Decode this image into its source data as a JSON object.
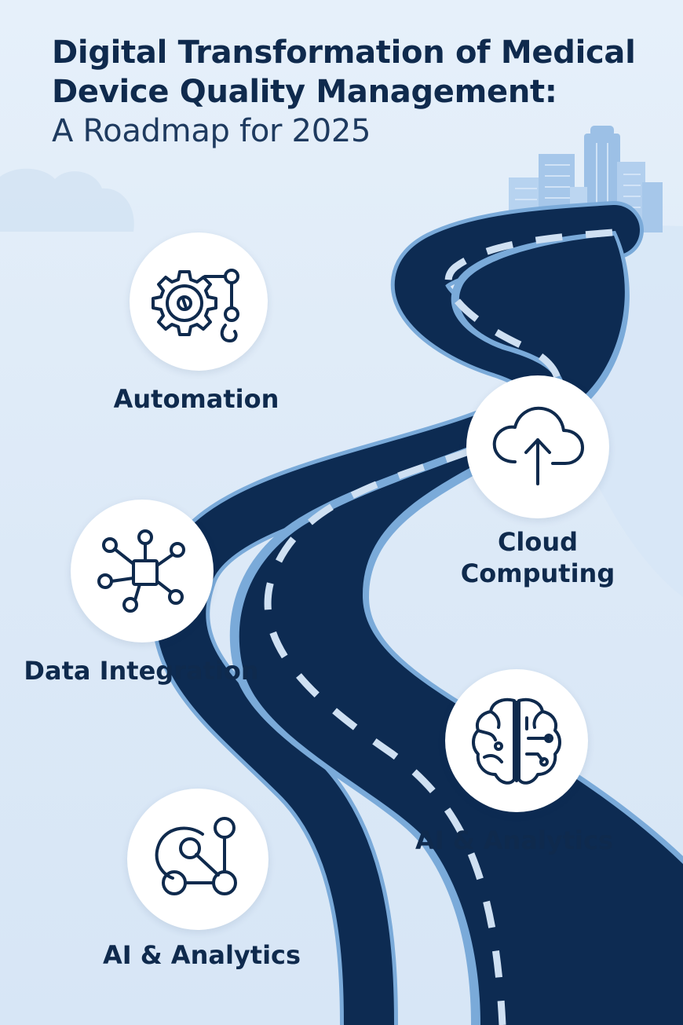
{
  "title": {
    "line1": "Digital Transformation of Medical",
    "line2": "Device Quality Management:",
    "subtitle": "A Roadmap for 2025"
  },
  "colors": {
    "navy": "#0d2b52",
    "road_edge": "#7aaad9",
    "background": "#e3eef9"
  },
  "milestones": [
    {
      "label": "Automation",
      "icon": "gear-robotic-arm-icon"
    },
    {
      "label_line1": "Cloud",
      "label_line2": "Computing",
      "icon": "cloud-upload-icon"
    },
    {
      "label": "Data Integration",
      "icon": "network-chip-icon"
    },
    {
      "label": "AI & Analytics",
      "icon": "brain-circuit-icon"
    },
    {
      "label": "AI & Analytics",
      "icon": "connected-nodes-icon"
    }
  ]
}
